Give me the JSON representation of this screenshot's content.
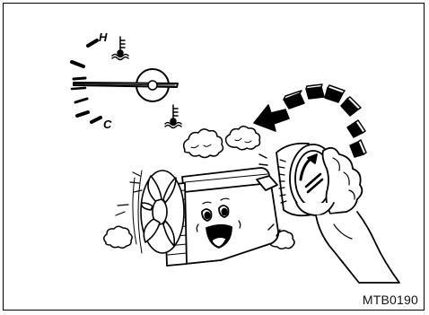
{
  "figure": {
    "code": "MTB0190",
    "gauge": {
      "hot_label": "H",
      "cold_label": "C"
    }
  },
  "icons": [
    "temperature-gauge-icon",
    "thermometer-hot-icon",
    "thermometer-cold-icon",
    "radiator-character-icon",
    "cooling-fan-icon",
    "steam-cloud-icon",
    "radiator-cap-icon",
    "hand-icon",
    "rotation-arrow-icon"
  ]
}
